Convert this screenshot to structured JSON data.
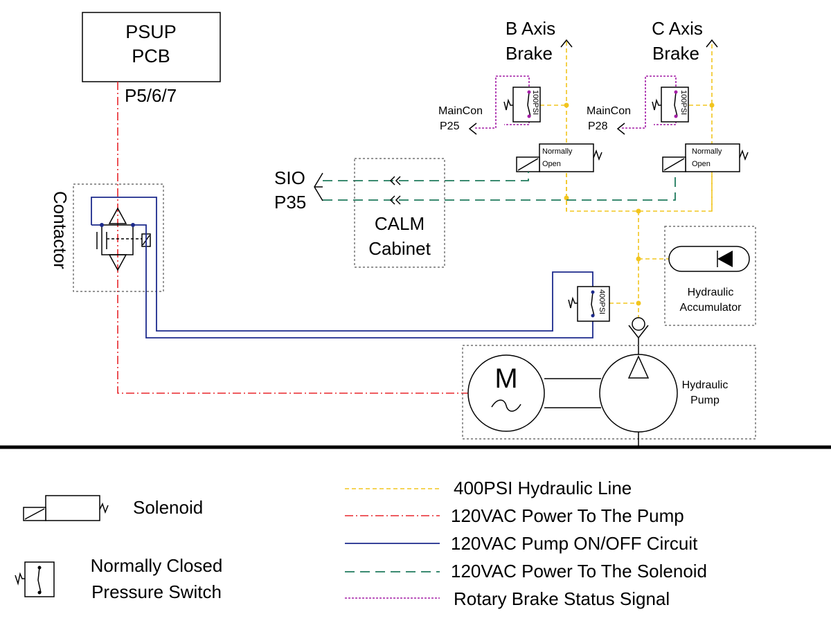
{
  "psup": {
    "line1": "PSUP",
    "line2": "PCB",
    "port": "P5/6/7"
  },
  "contactor": {
    "label": "Contactor"
  },
  "b_axis": {
    "line1": "B Axis",
    "line2": "Brake",
    "maincon1": "MainCon",
    "maincon2": "P25",
    "switch_rating": "100PSI",
    "solenoid_line1": "Normally",
    "solenoid_line2": "Open"
  },
  "c_axis": {
    "line1": "C Axis",
    "line2": "Brake",
    "maincon1": "MainCon",
    "maincon2": "P28",
    "switch_rating": "100PSI",
    "solenoid_line1": "Normally",
    "solenoid_line2": "Open"
  },
  "sio": {
    "line1": "SIO",
    "line2": "P35"
  },
  "calm": {
    "line1": "CALM",
    "line2": "Cabinet"
  },
  "pump_switch": {
    "rating": "400PSI"
  },
  "accumulator": {
    "line1": "Hydraulic",
    "line2": "Accumulator"
  },
  "pump": {
    "motor_letter": "M",
    "line1": "Hydraulic",
    "line2": "Pump"
  },
  "legend": {
    "symbols": [
      {
        "icon": "solenoid-icon",
        "lines": [
          "Solenoid"
        ]
      },
      {
        "icon": "pressure-switch-icon",
        "lines": [
          "Normally Closed",
          "Pressure Switch"
        ]
      }
    ],
    "lines": [
      {
        "style": "yellow-dashed",
        "color": "#f2c51e",
        "label": "400PSI Hydraulic Line"
      },
      {
        "style": "red-dash-dot",
        "color": "#e8262b",
        "label": "120VAC Power To The Pump"
      },
      {
        "style": "blue-solid",
        "color": "#1c2a8c",
        "label": "120VAC Pump ON/OFF Circuit"
      },
      {
        "style": "green-long-dash",
        "color": "#1f7a5c",
        "label": "120VAC Power To The Solenoid"
      },
      {
        "style": "purple-short-dash",
        "color": "#a41ea6",
        "label": "Rotary Brake Status Signal"
      }
    ]
  }
}
